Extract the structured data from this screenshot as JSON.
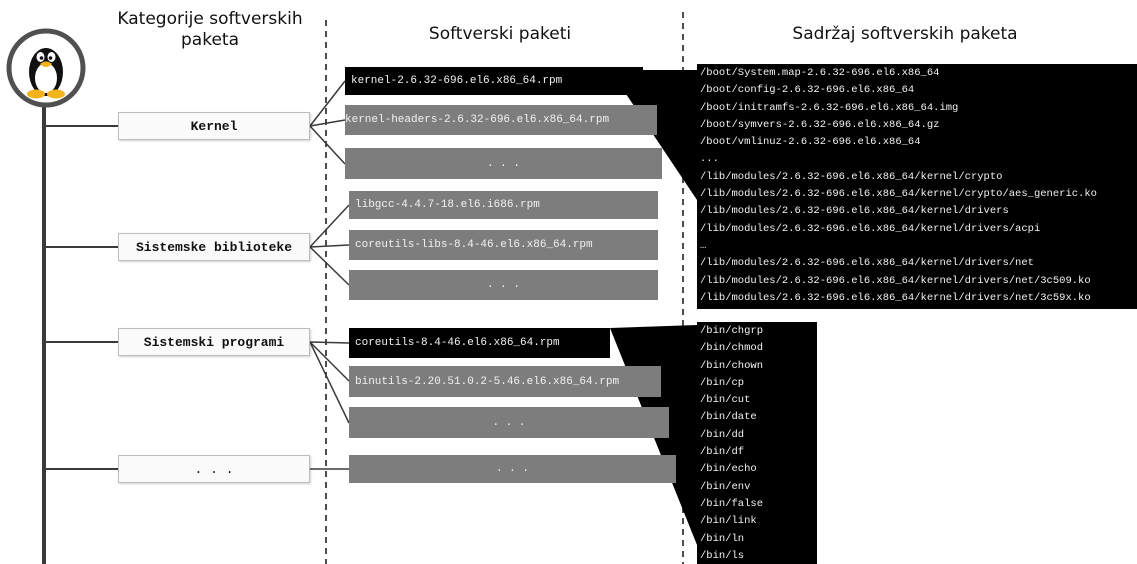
{
  "headers": {
    "categories": "Kategorije softverskih paketa",
    "packages": "Softverski paketi",
    "contents": "Sadržaj softverskih paketa"
  },
  "logo": {
    "icon": "tux-penguin-icon"
  },
  "categories": [
    {
      "label": "Kernel"
    },
    {
      "label": "Sistemske biblioteke"
    },
    {
      "label": "Sistemski programi"
    },
    {
      "label": ". . ."
    }
  ],
  "packages": {
    "kernel": [
      "kernel-2.6.32-696.el6.x86_64.rpm",
      "kernel-headers-2.6.32-696.el6.x86_64.rpm",
      ". . ."
    ],
    "libraries": [
      "libgcc-4.4.7-18.el6.i686.rpm",
      "coreutils-libs-8.4-46.el6.x86_64.rpm",
      ". . ."
    ],
    "programs": [
      "coreutils-8.4-46.el6.x86_64.rpm",
      "binutils-2.20.51.0.2-5.46.el6.x86_64.rpm",
      ". . ."
    ],
    "other": [
      ". . ."
    ]
  },
  "kernel_contents": [
    "/boot/System.map-2.6.32-696.el6.x86_64",
    "/boot/config-2.6.32-696.el6.x86_64",
    "/boot/initramfs-2.6.32-696.el6.x86_64.img",
    "/boot/symvers-2.6.32-696.el6.x86_64.gz",
    "/boot/vmlinuz-2.6.32-696.el6.x86_64",
    "...",
    "/lib/modules/2.6.32-696.el6.x86_64/kernel/crypto",
    "/lib/modules/2.6.32-696.el6.x86_64/kernel/crypto/aes_generic.ko",
    "/lib/modules/2.6.32-696.el6.x86_64/kernel/drivers",
    "/lib/modules/2.6.32-696.el6.x86_64/kernel/drivers/acpi",
    "…",
    "/lib/modules/2.6.32-696.el6.x86_64/kernel/drivers/net",
    "/lib/modules/2.6.32-696.el6.x86_64/kernel/drivers/net/3c509.ko",
    "/lib/modules/2.6.32-696.el6.x86_64/kernel/drivers/net/3c59x.ko",
    "..."
  ],
  "coreutils_contents": [
    "/bin/chgrp",
    "/bin/chmod",
    "/bin/chown",
    "/bin/cp",
    "/bin/cut",
    "/bin/date",
    "/bin/dd",
    "/bin/df",
    "/bin/echo",
    "/bin/env",
    "/bin/false",
    "/bin/link",
    "/bin/ln",
    "/bin/ls"
  ]
}
